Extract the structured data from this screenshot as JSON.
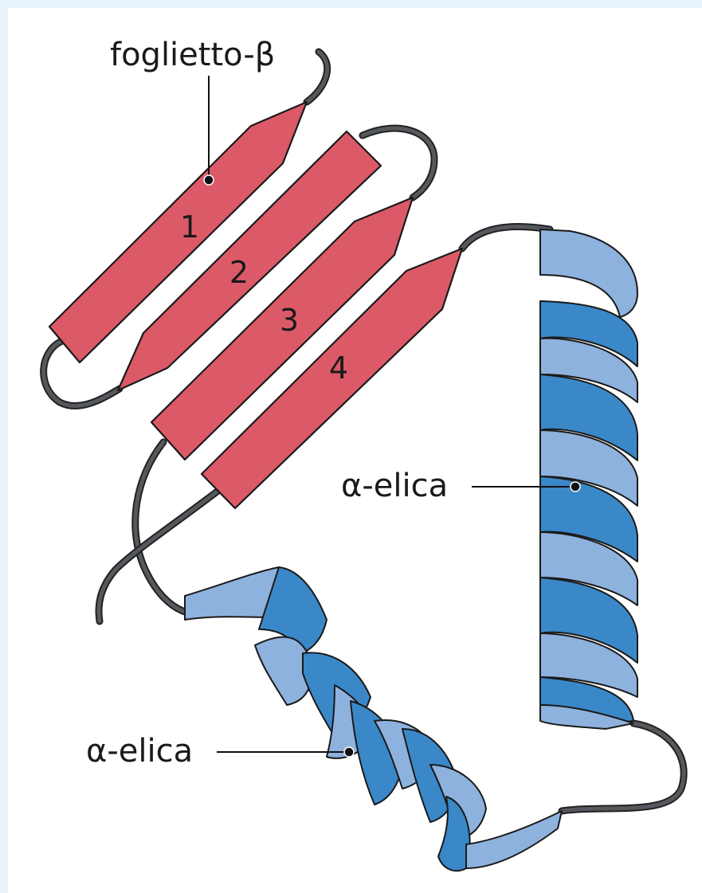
{
  "labels": {
    "sheet": "foglietto-β",
    "helix_right": "α-elica",
    "helix_left": "α-elica"
  },
  "strands": [
    {
      "number": "1"
    },
    {
      "number": "2"
    },
    {
      "number": "3"
    },
    {
      "number": "4"
    }
  ],
  "colors": {
    "strand": "#dc5a68",
    "helix_front": "#3a88c8",
    "helix_back": "#8eb2de",
    "coil": "#55595e"
  }
}
